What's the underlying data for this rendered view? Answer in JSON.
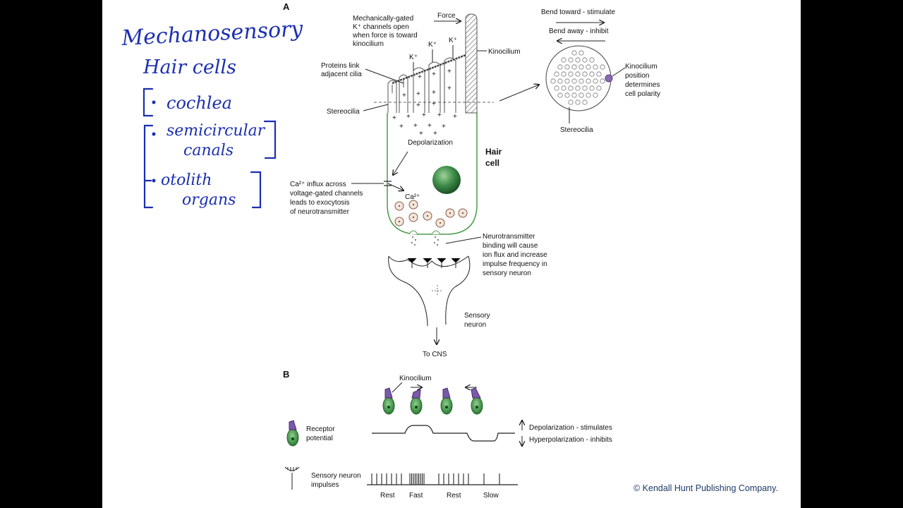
{
  "handwriting": {
    "title": "Mechanosensory",
    "subtitle": "Hair cells",
    "items": [
      "cochlea",
      "semicircular",
      "canals",
      "otolith",
      "organs"
    ]
  },
  "panel_a": {
    "letter": "A",
    "force": "Force",
    "mech_gated": [
      "Mechanically-gated",
      "K⁺ channels open",
      "when force is toward",
      "kinocilium"
    ],
    "k_plus": "K⁺",
    "kinocilium": "Kinocilium",
    "proteins_link": [
      "Proteins link",
      "adjacent cilia"
    ],
    "stereocilia": "Stereocilia",
    "depolarization": "Depolarization",
    "hair_cell": [
      "Hair",
      "cell"
    ],
    "ca_influx": [
      "Ca²⁺ influx across",
      "voltage-gated channels",
      "leads to exocytosis",
      "of neurotransmitter"
    ],
    "ca2": "Ca²⁺",
    "nt_binding": [
      "Neurotransmitter",
      "binding will cause",
      "ion flux and increase",
      "impulse frequency in",
      "sensory neuron"
    ],
    "sensory_neuron": [
      "Sensory",
      "neuron"
    ],
    "to_cns": "To CNS",
    "bend_toward": "Bend toward - stimulate",
    "bend_away": "Bend away - inhibit",
    "kino_position": [
      "Kinocilium",
      "position",
      "determines",
      "cell polarity"
    ],
    "stereocilia_top": "Stereocilia"
  },
  "panel_b": {
    "letter": "B",
    "kinocilium": "Kinocilium",
    "receptor_potential": [
      "Receptor",
      "potential"
    ],
    "depol": "Depolarization - stimulates",
    "hyperpol": "Hyperpolarization - inhibits",
    "sensory_impulses": [
      "Sensory neuron",
      "impulses"
    ],
    "states": [
      "Rest",
      "Fast",
      "Rest",
      "Slow"
    ]
  },
  "copyright": "© Kendall Hunt Publishing Company.",
  "colors": {
    "ink": "#1b2fb0",
    "membrane": "#4a9a4a",
    "nucleus": "#2f7a3a",
    "kinocilium_purple": "#7a5aa8",
    "vesicle": "#8a5a4a"
  }
}
